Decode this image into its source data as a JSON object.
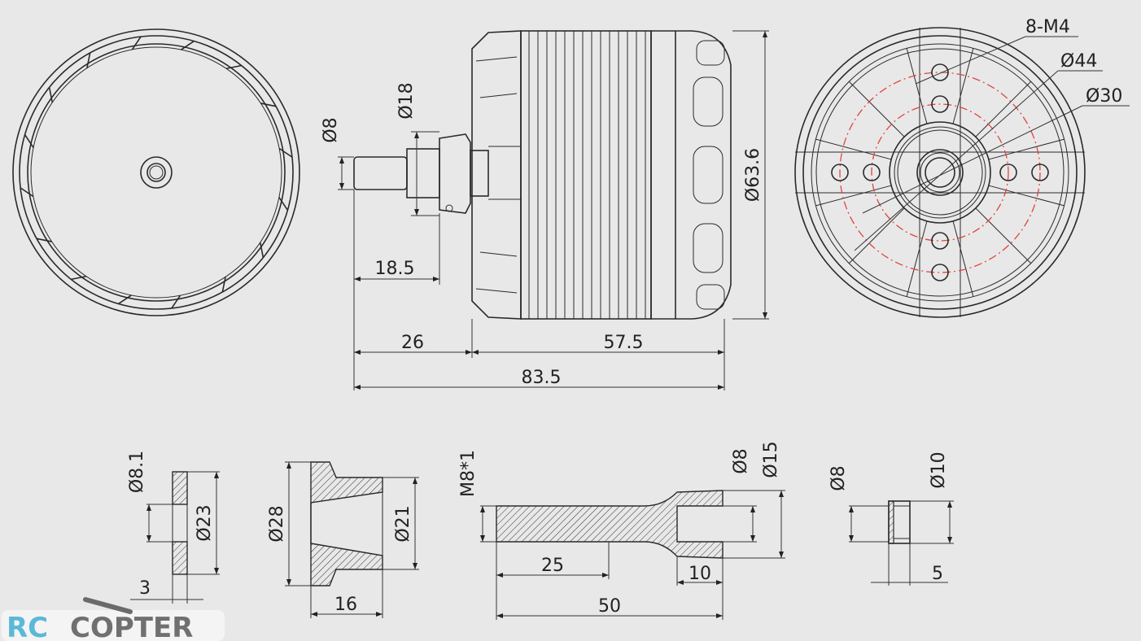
{
  "labels": {
    "shaft_dia": "Ø8",
    "collar_dia": "Ø18",
    "body_dia": "Ø63.6",
    "shaft_to_collar": "18.5",
    "shaft_length": "26",
    "body_length": "57.5",
    "overall_length": "83.5",
    "mount_holes": "8-M4",
    "outer_bolt_circle": "Ø44",
    "inner_bolt_circle": "Ø30",
    "washer_inner": "Ø8.1",
    "washer_outer": "Ø23",
    "washer_thickness": "3",
    "adapter_outer": "Ø28",
    "adapter_inner": "Ø21",
    "adapter_length": "16",
    "thread": "M8*1",
    "shaft_end_inner": "Ø8",
    "shaft_end_outer": "Ø15",
    "thread_length": "25",
    "taper_length": "10",
    "prop_shaft_length": "50",
    "spacer_inner": "Ø8",
    "spacer_outer": "Ø10",
    "spacer_length": "5"
  },
  "logo": {
    "part1": "RC",
    "part2": "COPTER",
    "color1": "#5bb8d8",
    "color2": "#707070"
  },
  "colors": {
    "line": "#2a2a2a",
    "center_line": "#e0443e",
    "background": "#e8e8e8"
  }
}
